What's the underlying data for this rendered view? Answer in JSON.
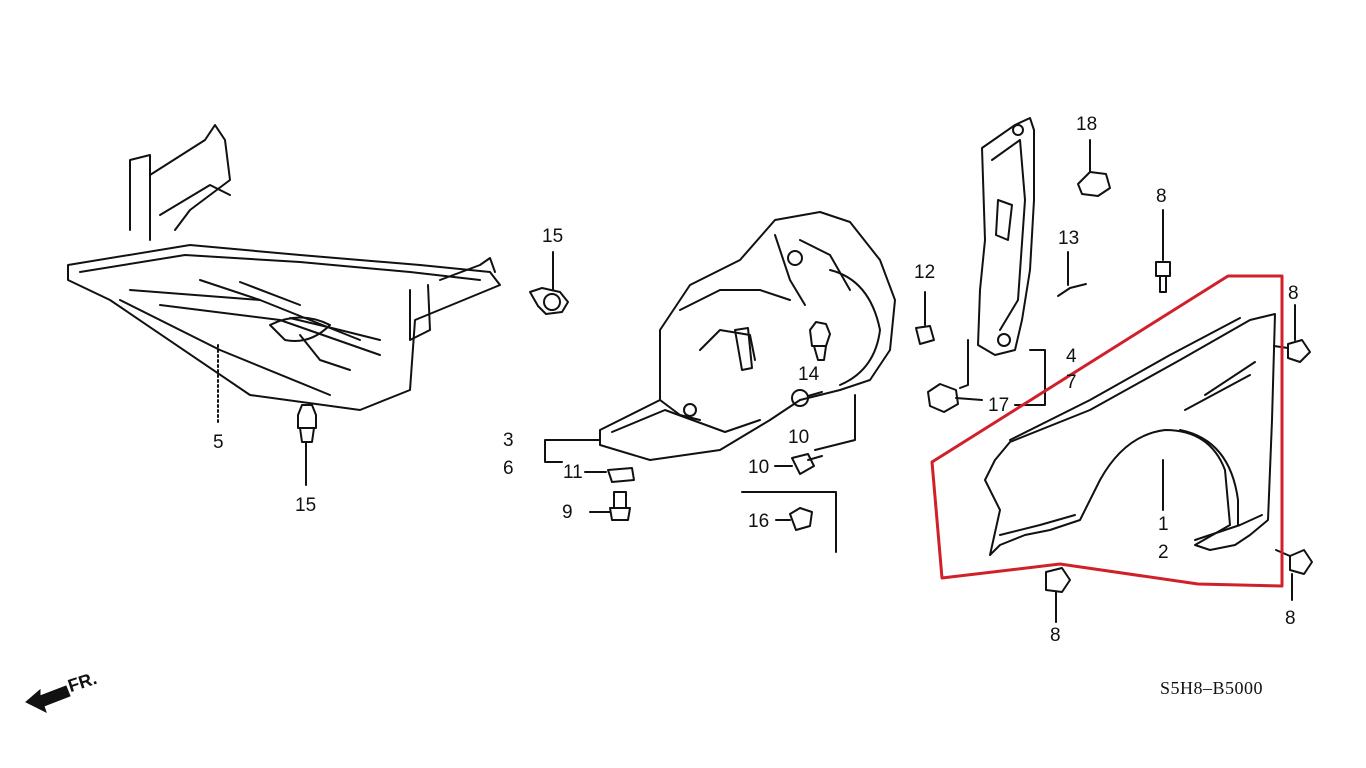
{
  "diagram": {
    "labels": {
      "p1": "1",
      "p2": "2",
      "p3": "3",
      "p4": "4",
      "p5": "5",
      "p6": "6",
      "p7": "7",
      "p8a": "8",
      "p8b": "8",
      "p8c": "8",
      "p8d": "8",
      "p9": "9",
      "p10a": "10",
      "p10b": "10",
      "p11": "11",
      "p12": "12",
      "p13": "13",
      "p14": "14",
      "p15a": "15",
      "p15b": "15",
      "p16": "16",
      "p17": "17",
      "p18": "18"
    },
    "direction_label": "FR.",
    "diagram_code": "S5H8–B5000",
    "highlight_color": "#d0202a",
    "line_color": "#111111"
  }
}
